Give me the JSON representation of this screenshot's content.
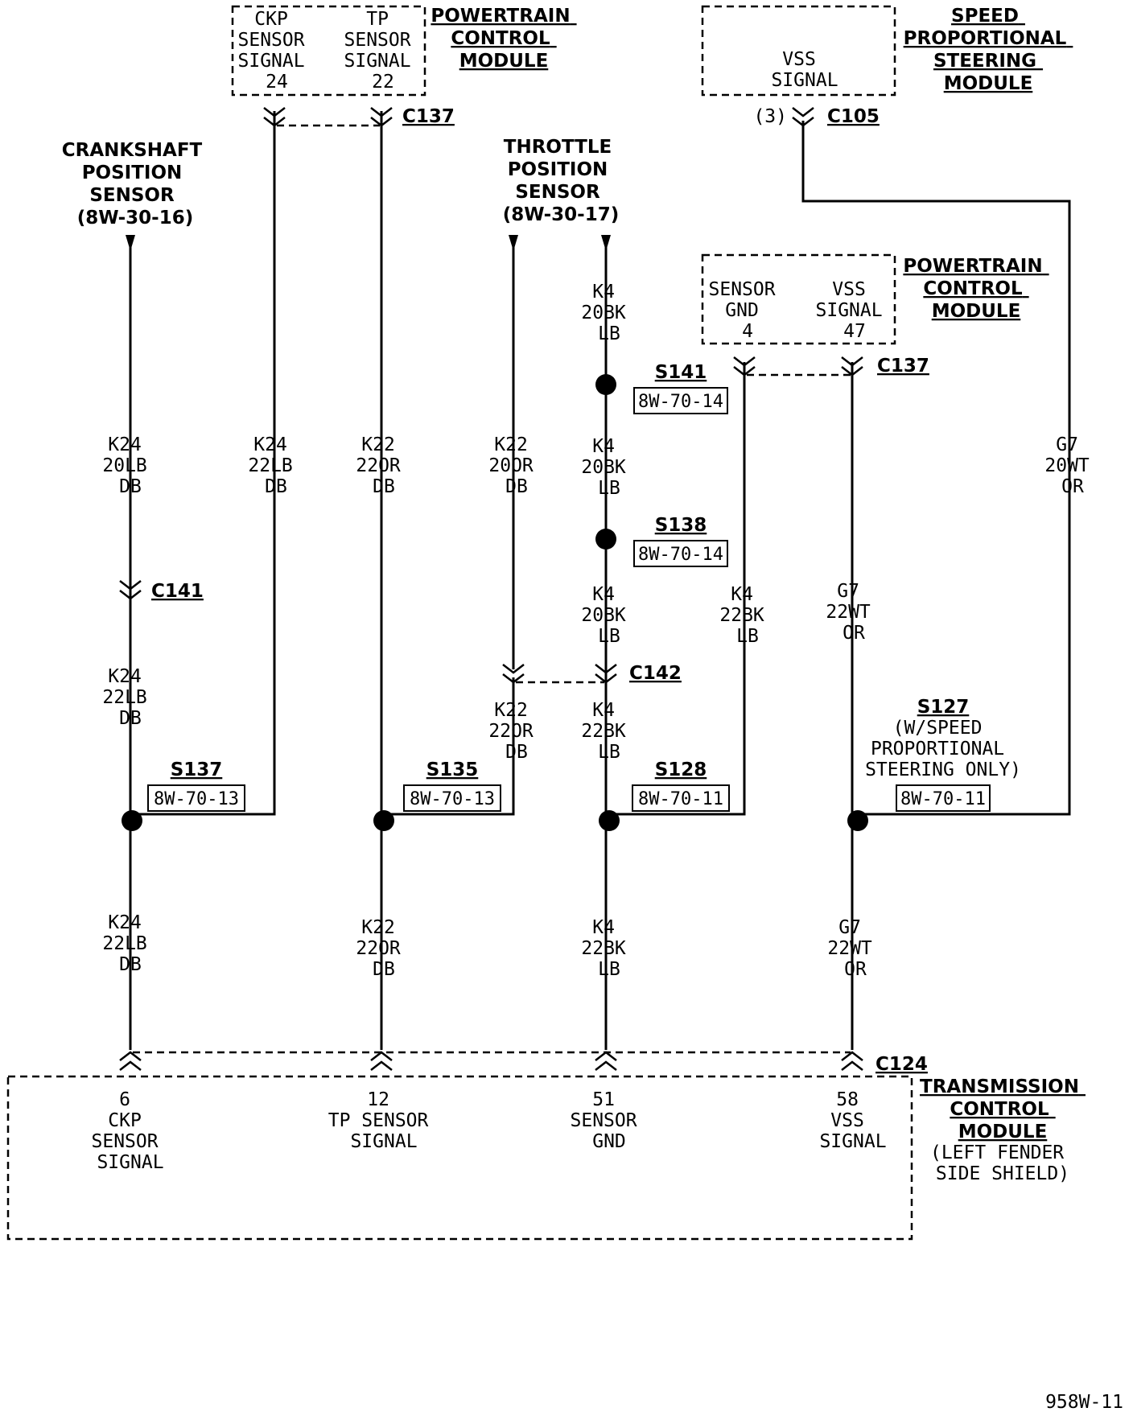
{
  "modules": {
    "pcm_top": {
      "title": [
        "POWERTRAIN",
        "CONTROL",
        "MODULE"
      ],
      "pins": [
        {
          "lines": [
            "CKP",
            "SENSOR",
            "SIGNAL",
            "24"
          ]
        },
        {
          "lines": [
            "TP",
            "SENSOR",
            "SIGNAL",
            "22"
          ]
        }
      ]
    },
    "spsm": {
      "title": [
        "SPEED",
        "PROPORTIONAL",
        "STEERING",
        "MODULE"
      ],
      "pins": [
        {
          "lines": [
            "VSS",
            "SIGNAL"
          ]
        }
      ]
    },
    "pcm_right": {
      "title": [
        "POWERTRAIN",
        "CONTROL",
        "MODULE"
      ],
      "pins": [
        {
          "lines": [
            "SENSOR",
            "GND",
            "4"
          ]
        },
        {
          "lines": [
            "VSS",
            "SIGNAL",
            "47"
          ]
        }
      ]
    },
    "tcm": {
      "title": [
        "TRANSMISSION",
        "CONTROL",
        "MODULE"
      ],
      "subtitle": [
        "(LEFT FENDER",
        "SIDE SHIELD)"
      ],
      "pins": [
        {
          "lines": [
            "6",
            "CKP",
            "SENSOR",
            "SIGNAL"
          ]
        },
        {
          "lines": [
            "12",
            "TP SENSOR",
            "SIGNAL"
          ]
        },
        {
          "lines": [
            "51",
            "SENSOR",
            "GND"
          ]
        },
        {
          "lines": [
            "58",
            "VSS",
            "SIGNAL"
          ]
        }
      ]
    }
  },
  "sensors": {
    "ckp": [
      "CRANKSHAFT",
      "POSITION",
      "SENSOR",
      "(8W-30-16)"
    ],
    "tps": [
      "THROTTLE",
      "POSITION",
      "SENSOR",
      "(8W-30-17)"
    ]
  },
  "connectors": {
    "c137_top": "C137",
    "c105": "C105",
    "c105_cavity": "(3)",
    "c137_right": "C137",
    "c141": "C141",
    "c142": "C142",
    "c124": "C124"
  },
  "wires": [
    {
      "lines": [
        "K24",
        "20LB",
        "DB"
      ]
    },
    {
      "lines": [
        "K24",
        "22LB",
        "DB"
      ]
    },
    {
      "lines": [
        "K22",
        "22OR",
        "DB"
      ]
    },
    {
      "lines": [
        "K22",
        "20OR",
        "DB"
      ]
    },
    {
      "lines": [
        "K4",
        "20BK",
        "LB"
      ]
    },
    {
      "lines": [
        "K4",
        "20BK",
        "LB"
      ]
    },
    {
      "lines": [
        "K4",
        "20BK",
        "LB"
      ]
    },
    {
      "lines": [
        "K4",
        "22BK",
        "LB"
      ]
    },
    {
      "lines": [
        "G7",
        "22WT",
        "OR"
      ]
    },
    {
      "lines": [
        "G7",
        "20WT",
        "OR"
      ]
    },
    {
      "lines": [
        "K24",
        "22LB",
        "DB"
      ]
    },
    {
      "lines": [
        "K22",
        "22OR",
        "DB"
      ]
    },
    {
      "lines": [
        "K4",
        "22BK",
        "LB"
      ]
    },
    {
      "lines": [
        "K24",
        "22LB",
        "DB"
      ]
    },
    {
      "lines": [
        "K22",
        "22OR",
        "DB"
      ]
    },
    {
      "lines": [
        "K4",
        "22BK",
        "LB"
      ]
    },
    {
      "lines": [
        "G7",
        "22WT",
        "OR"
      ]
    }
  ],
  "splices": [
    {
      "name": "S141",
      "ref": "8W-70-14"
    },
    {
      "name": "S138",
      "ref": "8W-70-14"
    },
    {
      "name": "S137",
      "ref": "8W-70-13"
    },
    {
      "name": "S135",
      "ref": "8W-70-13"
    },
    {
      "name": "S128",
      "ref": "8W-70-11"
    },
    {
      "name": "S127",
      "ref": "8W-70-11",
      "note": [
        "(W/SPEED",
        "PROPORTIONAL",
        "STEERING ONLY)"
      ]
    }
  ],
  "figure_id": "958W-11"
}
